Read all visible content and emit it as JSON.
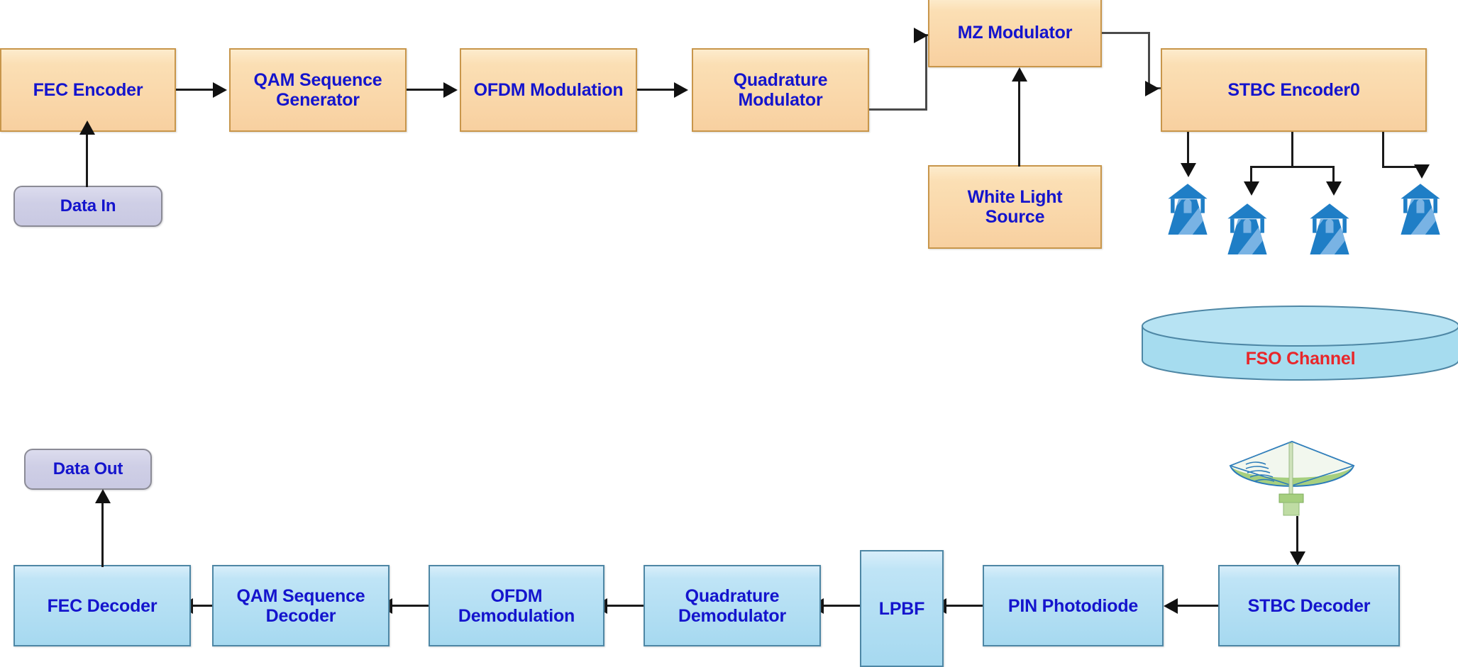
{
  "diagram": {
    "title": "STBC-OFDM FSO Communication System Block Diagram",
    "colors": {
      "transmit_block_fill": "#f8d0a0",
      "transmit_block_border": "#c8964b",
      "receive_block_fill": "#a6d9f0",
      "receive_block_border": "#4e87a5",
      "terminal_fill": "#c9c9e2",
      "terminal_border": "#8b8b96",
      "label_text": "#1414cd",
      "channel_label_text": "#e8262a",
      "channel_fill": "#a6dcef",
      "connector": "#1a1a1a",
      "antenna_icon": "#1f7ec6",
      "dish_icon_body": "#9ccb6a",
      "dish_icon_accent": "#2b7bb9"
    },
    "transmitter_chain": [
      {
        "id": "fec-encoder",
        "label": "FEC Encoder"
      },
      {
        "id": "qam-sequence-generator",
        "label": "QAM Sequence\nGenerator"
      },
      {
        "id": "ofdm-modulation",
        "label": "OFDM Modulation"
      },
      {
        "id": "quadrature-modulator",
        "label": "Quadrature\nModulator"
      },
      {
        "id": "mz-modulator",
        "label": "MZ Modulator"
      },
      {
        "id": "stbc-encoder",
        "label": "STBC Encoder0"
      }
    ],
    "transmitter_aux": [
      {
        "id": "data-in",
        "label": "Data In"
      },
      {
        "id": "white-light-source",
        "label": "White Light\nSource"
      }
    ],
    "channel": {
      "id": "fso-channel",
      "label": "FSO Channel"
    },
    "antennas": {
      "count": 4,
      "icon": "transmitter-antenna-icon",
      "label": ""
    },
    "receiver_dish": {
      "icon": "satellite-dish-icon",
      "label": ""
    },
    "receiver_chain": [
      {
        "id": "stbc-decoder",
        "label": "STBC Decoder"
      },
      {
        "id": "pin-photodiode",
        "label": "PIN Photodiode"
      },
      {
        "id": "lpbf",
        "label": "LPBF"
      },
      {
        "id": "quadrature-demodulator",
        "label": "Quadrature\nDemodulator"
      },
      {
        "id": "ofdm-demodulation",
        "label": "OFDM\nDemodulation"
      },
      {
        "id": "qam-sequence-decoder",
        "label": "QAM Sequence\nDecoder"
      },
      {
        "id": "fec-decoder",
        "label": "FEC Decoder"
      }
    ],
    "receiver_aux": [
      {
        "id": "data-out",
        "label": "Data Out"
      }
    ],
    "labels": {
      "fec_encoder": "FEC Encoder",
      "qam_sequence_generator_l1": "QAM Sequence",
      "qam_sequence_generator_l2": "Generator",
      "ofdm_modulation": "OFDM Modulation",
      "quadrature_modulator_l1": "Quadrature",
      "quadrature_modulator_l2": "Modulator",
      "mz_modulator": "MZ Modulator",
      "stbc_encoder": "STBC Encoder0",
      "white_light_source_l1": "White Light",
      "white_light_source_l2": "Source",
      "data_in": "Data In",
      "fso_channel": "FSO Channel",
      "stbc_decoder": "STBC Decoder",
      "pin_photodiode": "PIN Photodiode",
      "lpbf": "LPBF",
      "quadrature_demodulator_l1": "Quadrature",
      "quadrature_demodulator_l2": "Demodulator",
      "ofdm_demodulation_l1": "OFDM",
      "ofdm_demodulation_l2": "Demodulation",
      "qam_sequence_decoder_l1": "QAM Sequence",
      "qam_sequence_decoder_l2": "Decoder",
      "fec_decoder": "FEC Decoder",
      "data_out": "Data Out"
    }
  }
}
